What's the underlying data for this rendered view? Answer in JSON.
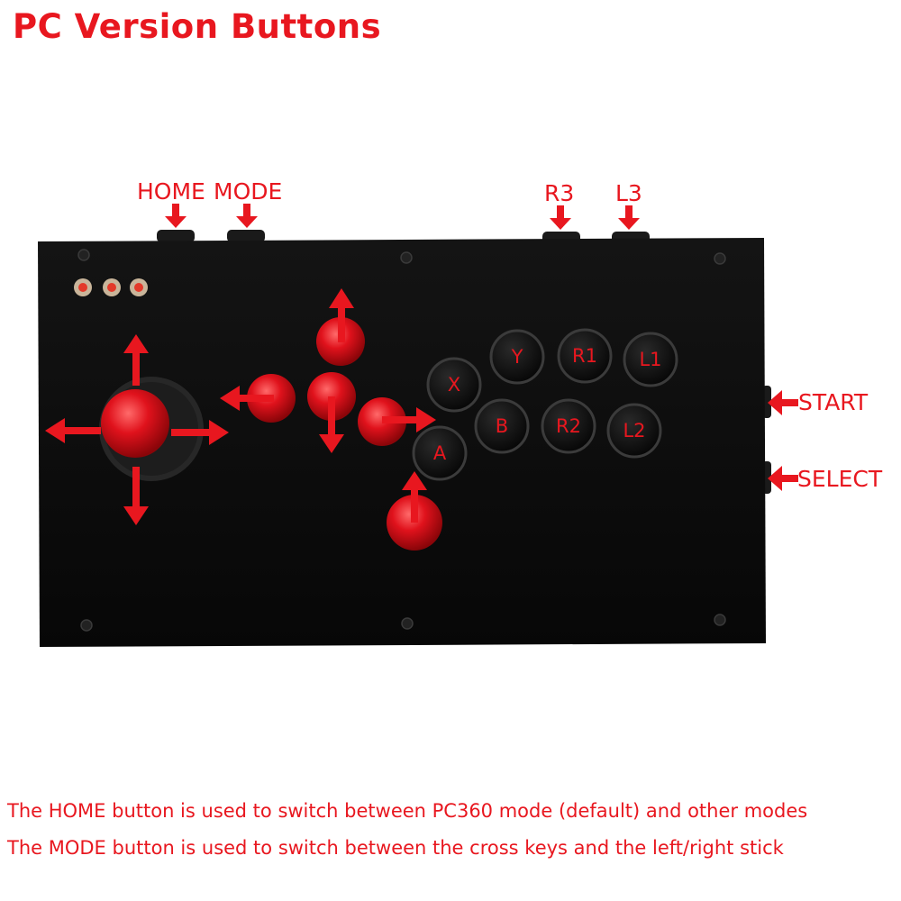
{
  "title": "PC Version Buttons",
  "colors": {
    "accent": "#e8171f",
    "panel": "#0b0b0b",
    "button_ring": "#2a2a2a",
    "red_button": "#d9121c"
  },
  "top_labels": {
    "home": "HOME",
    "mode": "MODE",
    "r3": "R3",
    "l3": "L3"
  },
  "side_labels": {
    "start": "START",
    "select": "SELECT"
  },
  "face_buttons": {
    "x": "X",
    "y": "Y",
    "r1": "R1",
    "l1": "L1",
    "a": "A",
    "b": "B",
    "r2": "R2",
    "l2": "L2"
  },
  "captions": [
    "The HOME button is used to switch between PC360 mode (default) and other modes",
    "The MODE button is used to switch between the cross keys and the left/right stick"
  ]
}
